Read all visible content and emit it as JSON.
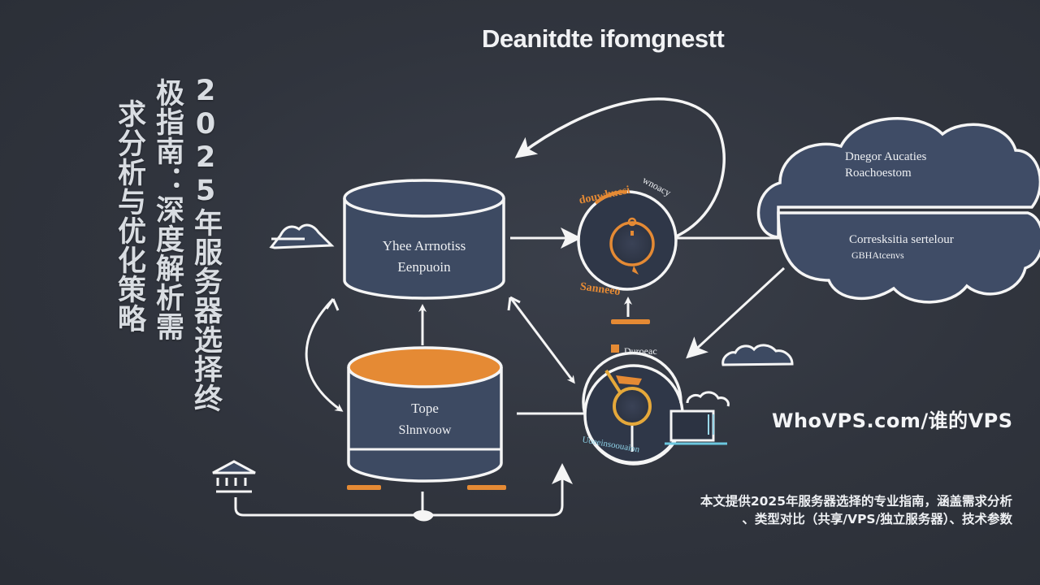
{
  "page": {
    "vertical_title_lines": [
      "2025年服务器选择终",
      "极指南：深度解析需",
      "求分析与优化策略"
    ],
    "brand": "WhoVPS.com/谁的VPS",
    "description_lines": [
      "本文提供2025年服务器选择的专业指南，涵盖需求分析",
      "、类型对比（共享/VPS/独立服务器）、技术参数"
    ]
  },
  "diagram": {
    "title": "Deanitdte ifomgnestt",
    "nodes": {
      "top_cylinder": {
        "line1": "Yhee Arrnotiss",
        "line2": "Eenpuoin"
      },
      "bottom_cylinder": {
        "line1": "Tope",
        "line2": "Slnnvoow"
      },
      "upper_circle": {
        "arc_label_orange": "douwhuesi",
        "arc_label_white": "wnoacy",
        "bottom_label": "Sanneeo"
      },
      "lower_circle": {
        "top_label": "Duroeac",
        "bottom_label": "Uoeeinsoouaion"
      },
      "cloud": {
        "upper_line1": "Dnegor Aucaties",
        "upper_line2": "Roachoestom",
        "lower_line1": "Corresksitia sertelour",
        "lower_line2": "GBHAtcenvs"
      }
    },
    "colors": {
      "background": "#30343d",
      "node_fill": "#3d4a62",
      "stroke": "#f5f5f5",
      "accent_orange": "#e58a34",
      "accent_cyan": "#5fc3d8"
    }
  }
}
